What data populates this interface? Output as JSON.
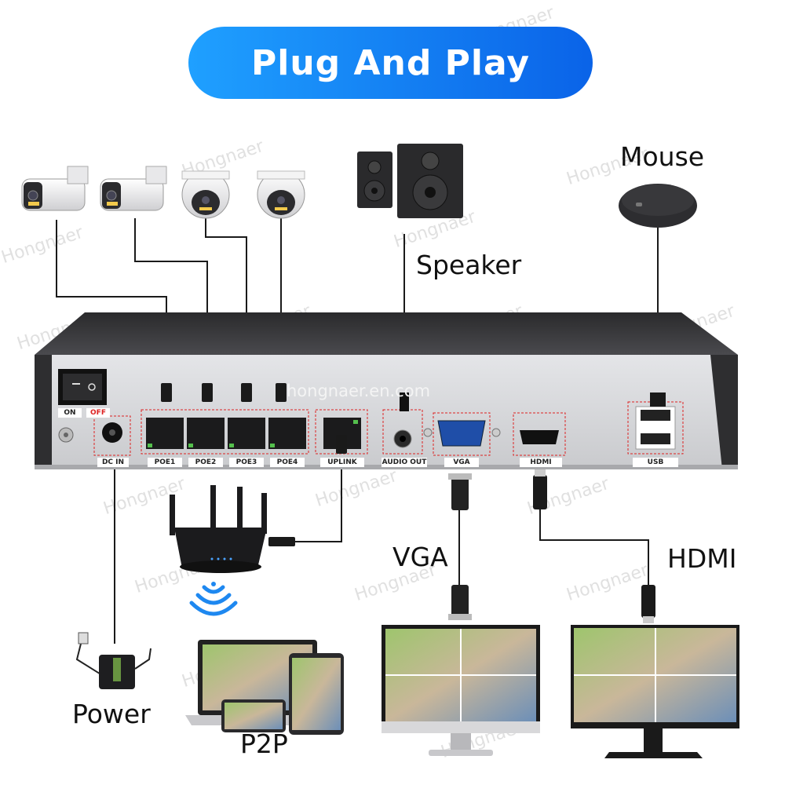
{
  "banner": {
    "title": "Plug And Play"
  },
  "labels": {
    "mouse": "Mouse",
    "speaker": "Speaker",
    "vga": "VGA",
    "hdmi": "HDMI",
    "power": "Power",
    "p2p": "P2P"
  },
  "nvr": {
    "url": "hongnaer.en.com",
    "switch_on": "ON",
    "switch_off": "OFF",
    "ports": [
      "DC IN",
      "POE1",
      "POE2",
      "POE3",
      "POE4",
      "UPLINK",
      "AUDIO OUT",
      "VGA",
      "HDMI",
      "USB"
    ]
  },
  "watermark": "Hongnaer",
  "colors": {
    "banner_start": "#1fa0ff",
    "banner_end": "#0a63e8",
    "nvr_panel": "#d9dadd",
    "nvr_top": "#3a3a3c"
  }
}
